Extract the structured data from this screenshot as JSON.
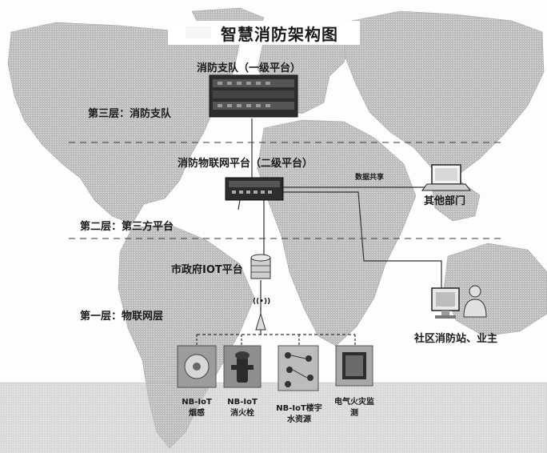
{
  "title": "智慧消防架构图",
  "top_platform": "消防支队（一级平台）",
  "iot_platform": "消防物联网平台（二级平台）",
  "municipal_platform": "市政府IOT平台",
  "layers": {
    "layer3": "第三层：消防支队",
    "layer2": "第二层：第三方平台",
    "layer1": "第一层：物联网层"
  },
  "data_share": "数据共享",
  "other_dept": "其他部门",
  "community": "社区消防站、业主",
  "antenna": "((•))",
  "devices": [
    {
      "line1": "NB-IoT",
      "line2": "烟感"
    },
    {
      "line1": "NB-IoT",
      "line2": "消火栓"
    },
    {
      "line1": "NB-IoT楼宇",
      "line2": "水资源"
    },
    {
      "line1": "电气火灾监",
      "line2": "测"
    }
  ],
  "colors": {
    "map": "#c4c4c4",
    "server": "#2d2d2d",
    "line": "#333333"
  },
  "icons": [
    "server-rack-icon",
    "switch-icon",
    "laptop-icon",
    "database-icon",
    "antenna-icon",
    "desktop-icon",
    "user-icon",
    "smoke-detector-icon",
    "hydrant-icon",
    "water-sensor-icon",
    "electric-panel-icon"
  ]
}
